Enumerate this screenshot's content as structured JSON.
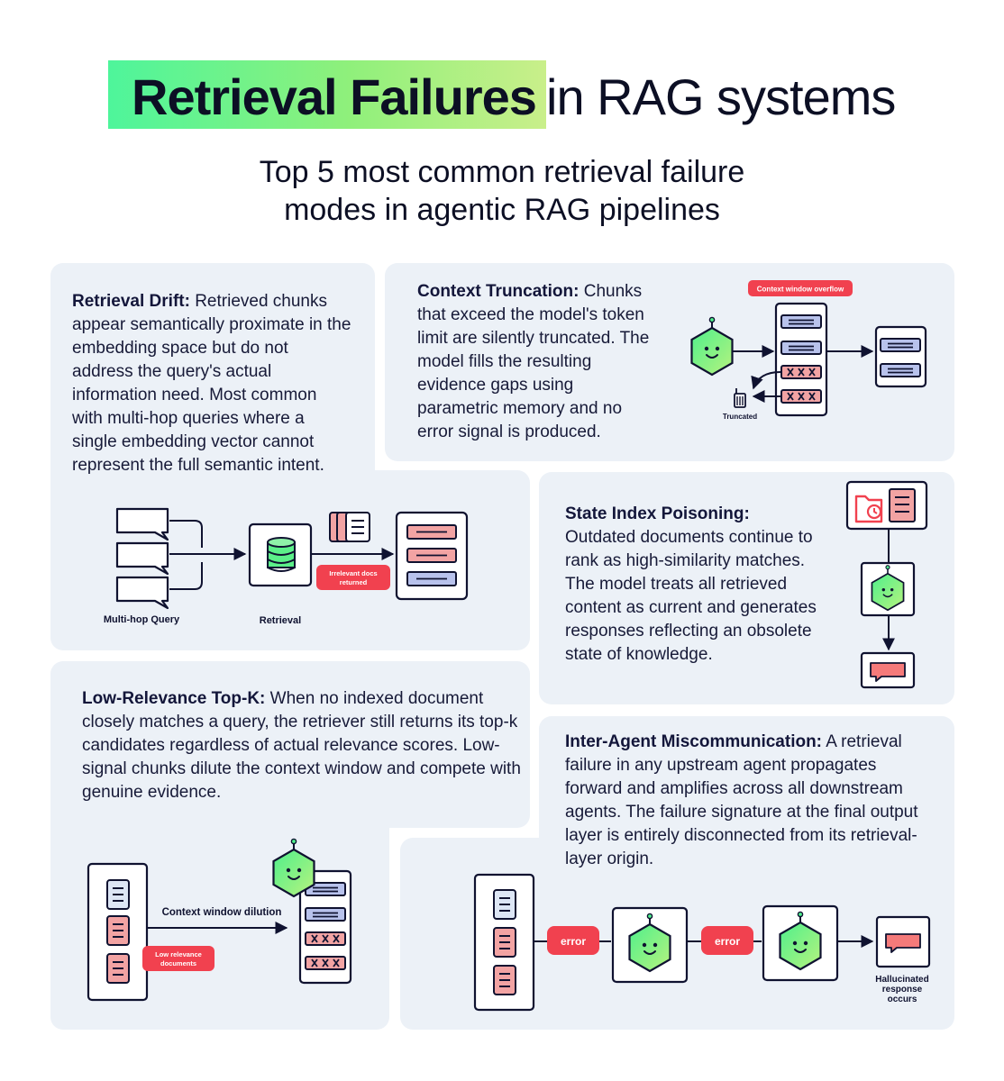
{
  "header": {
    "title_bold": "Retrieval Failures",
    "title_rest": "in RAG systems",
    "subtitle_line1": "Top 5 most common retrieval failure",
    "subtitle_line2": "modes in agentic RAG pipelines"
  },
  "colors": {
    "panel_bg": "#ecf1f7",
    "accent_green": "#5cf089",
    "error_red": "#f1414f",
    "doc_red": "#f2a3a3",
    "doc_blue": "#b8c2ec",
    "ink": "#0f1230"
  },
  "panels": {
    "retrieval_drift": {
      "heading": "Retrieval Drift:",
      "body": "Retrieved chunks appear semantically proximate in the embedding space but do not address the query's actual information need. Most common with multi-hop queries where a single embedding vector cannot represent the full semantic intent.",
      "label_query": "Multi-hop Query",
      "label_retrieval": "Retrieval",
      "badge_line1": "Irrelevant docs",
      "badge_line2": "returned"
    },
    "context_truncation": {
      "heading": "Context Truncation:",
      "body": "Chunks that exceed the model's token limit are silently truncated. The model fills the resulting evidence gaps using parametric memory and no error signal is produced.",
      "badge": "Context window overflow",
      "label_truncated": "Truncated"
    },
    "state_index_poisoning": {
      "heading": "State Index Poisoning:",
      "body": "Outdated documents continue to rank as high-similarity matches. The model treats all retrieved content as current and generates responses reflecting an obsolete state of knowledge."
    },
    "low_relevance_topk": {
      "heading": "Low-Relevance Top-K:",
      "body": "When no indexed document closely matches a query, the retriever still returns its top-k candidates regardless of actual relevance scores. Low-signal chunks dilute the context window and compete with genuine evidence.",
      "label_dilution": "Context window dilution",
      "badge_line1": "Low relevance",
      "badge_line2": "documents"
    },
    "inter_agent": {
      "heading": "Inter-Agent Miscommunication:",
      "body": "A retrieval failure in any upstream agent propagates forward and amplifies across all downstream agents. The failure signature at the final output layer is entirely disconnected from its retrieval-layer origin.",
      "error_label": "error",
      "result_line1": "Hallucinated",
      "result_line2": "response",
      "result_line3": "occurs"
    }
  }
}
